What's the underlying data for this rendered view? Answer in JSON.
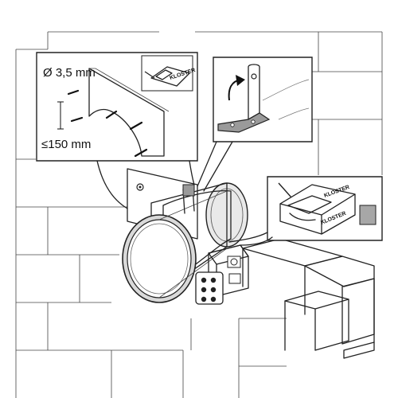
{
  "callout_wall": {
    "diameter_label": "Ø 3,5 mm",
    "spacing_label": "≤150 mm"
  },
  "sealant_tube": {
    "brand": "KLOSTER"
  },
  "sealant_panel": {
    "brand": "KLOSTER",
    "swatch_color": "#a7a7a7"
  },
  "colors": {
    "line": "#222222",
    "panel_fill": "#ffffff",
    "damper_body": "#e9e9e9",
    "bracket_fill": "#9a9a9a",
    "sleeve": "#d9d9d9"
  }
}
